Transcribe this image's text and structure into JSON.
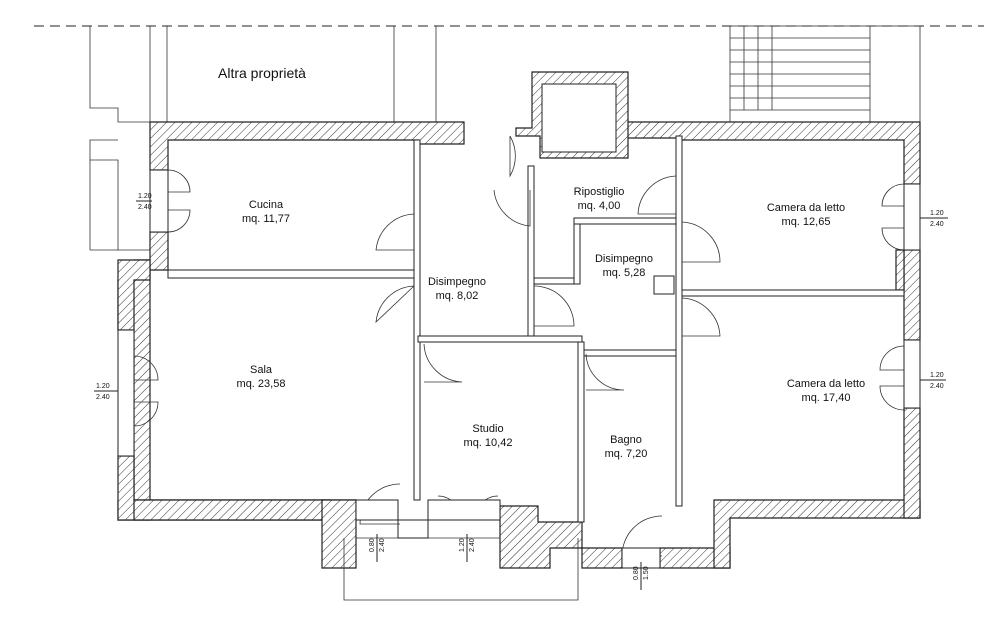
{
  "header": {
    "title": "Altra proprietà"
  },
  "rooms": [
    {
      "name": "Cucina",
      "area": "mq. 11,77"
    },
    {
      "name": "Disimpegno",
      "area": "mq. 8,02"
    },
    {
      "name": "Ripostiglio",
      "area": "mq. 4,00"
    },
    {
      "name": "Disimpegno",
      "area": "mq. 5,28"
    },
    {
      "name": "Camera da letto",
      "area": "mq. 12,65"
    },
    {
      "name": "Sala",
      "area": "mq. 23,58"
    },
    {
      "name": "Studio",
      "area": "mq. 10,42"
    },
    {
      "name": "Bagno",
      "area": "mq. 7,20"
    },
    {
      "name": "Camera da letto",
      "area": "mq. 17,40"
    }
  ],
  "openings": [
    {
      "w": "1.20",
      "h": "2.40"
    },
    {
      "w": "1.20",
      "h": "2.40"
    },
    {
      "w": "1.20",
      "h": "2.40"
    },
    {
      "w": "1.20",
      "h": "2.40"
    },
    {
      "w": "0.80",
      "h": "2.40"
    },
    {
      "w": "1.20",
      "h": "2.40"
    },
    {
      "w": "0.80",
      "h": "1.50"
    }
  ]
}
